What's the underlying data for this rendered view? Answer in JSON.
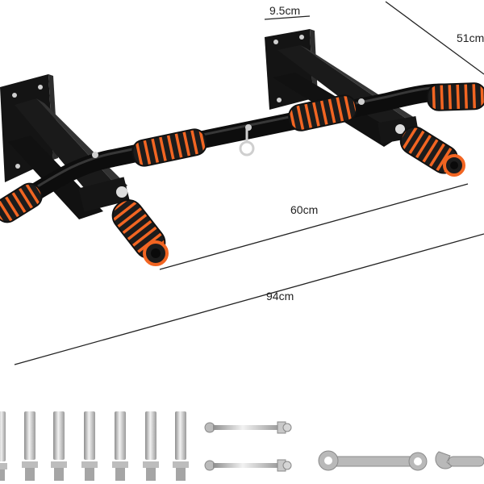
{
  "dimensions": {
    "bracket_width": "9.5cm",
    "depth": "51cm",
    "grip_width": "60cm",
    "total_length": "94cm"
  },
  "colors": {
    "frame": "#151515",
    "foam": "#1c1c1c",
    "stripe": "#f26522",
    "metal": "#c9c9c9",
    "dimension_line": "#222222"
  },
  "hardware": {
    "expansion_bolts": 7,
    "long_bolts": 2,
    "wrenches": 2
  }
}
